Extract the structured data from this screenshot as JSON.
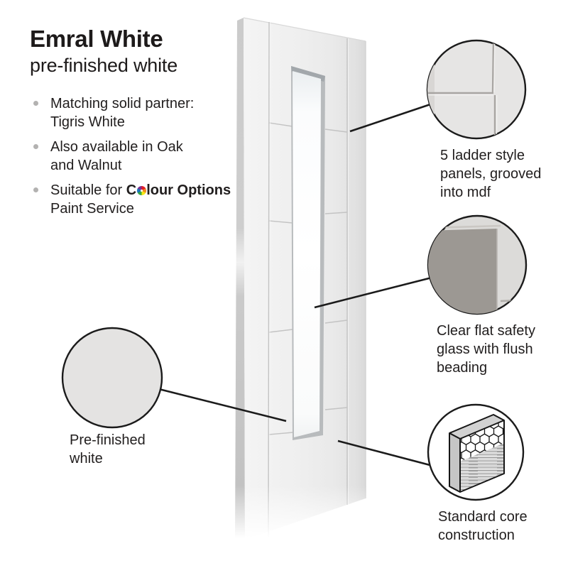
{
  "header": {
    "title": "Emral White",
    "subtitle": "pre-finished white"
  },
  "features": {
    "item1": "Matching solid partner:\nTigris White",
    "item2": "Also available in Oak\nand Walnut",
    "item3_prefix": "Suitable for ",
    "item3_brand_first": "C",
    "item3_brand_rest": "lour Options",
    "item3_line2": "Paint Service"
  },
  "callouts": {
    "panels_label": "5 ladder style\npanels, grooved\ninto mdf",
    "glass_label": "Clear flat safety\nglass with flush\nbeading",
    "core_label": "Standard core\nconstruction",
    "prefinished_label": "Pre-finished\nwhite"
  },
  "icons": {
    "colour_wheel": {
      "name": "colour-options-wheel",
      "colors": [
        "#e31e25",
        "#f28c1e",
        "#f5ea14",
        "#35a748",
        "#1b75bb",
        "#7e2f8e"
      ]
    },
    "panels_detail": "door-groove-detail",
    "glass_detail": "glass-edge-detail",
    "core_detail": "honeycomb-core-detail",
    "prefinished_detail": "plain-white-surface"
  },
  "colors": {
    "text": "#211e1e",
    "callout_line": "#1b1b1b",
    "door_face": "#eeeeee",
    "door_groove": "#c3c3c3",
    "glass_shadow_gray": "#9c9893",
    "detail_circle_fill": "#e5e4e3",
    "bullet_dot": "#b3b2b1"
  }
}
